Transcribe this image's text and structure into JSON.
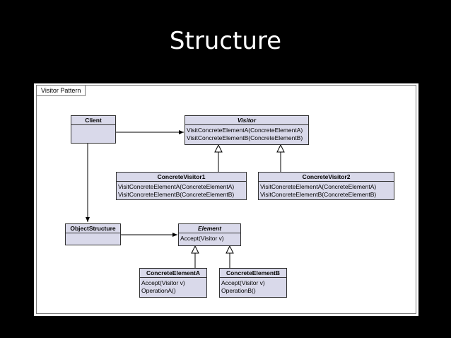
{
  "slide": {
    "title": "Structure"
  },
  "diagram": {
    "frame_label": "Visitor Pattern",
    "classes": {
      "client": {
        "name": "Client",
        "operations": []
      },
      "visitor": {
        "name": "Visitor",
        "abstract": true,
        "operations": [
          "VisitConcreteElementA(ConcreteElementA)",
          "VisitConcreteElementB(ConcreteElementB)"
        ]
      },
      "concrete_visitor1": {
        "name": "ConcreteVisitor1",
        "operations": [
          "VisitConcreteElementA(ConcreteElementA)",
          "VisitConcreteElementB(ConcreteElementB)"
        ]
      },
      "concrete_visitor2": {
        "name": "ConcreteVisitor2",
        "operations": [
          "VisitConcreteElementA(ConcreteElementA)",
          "VisitConcreteElementB(ConcreteElementB)"
        ]
      },
      "object_structure": {
        "name": "ObjectStructure",
        "operations": []
      },
      "element": {
        "name": "Element",
        "abstract": true,
        "operations": [
          "Accept(Visitor v)"
        ]
      },
      "concrete_element_a": {
        "name": "ConcreteElementA",
        "operations": [
          "Accept(Visitor v)",
          "OperationA()"
        ]
      },
      "concrete_element_b": {
        "name": "ConcreteElementB",
        "operations": [
          "Accept(Visitor v)",
          "OperationB()"
        ]
      }
    }
  }
}
